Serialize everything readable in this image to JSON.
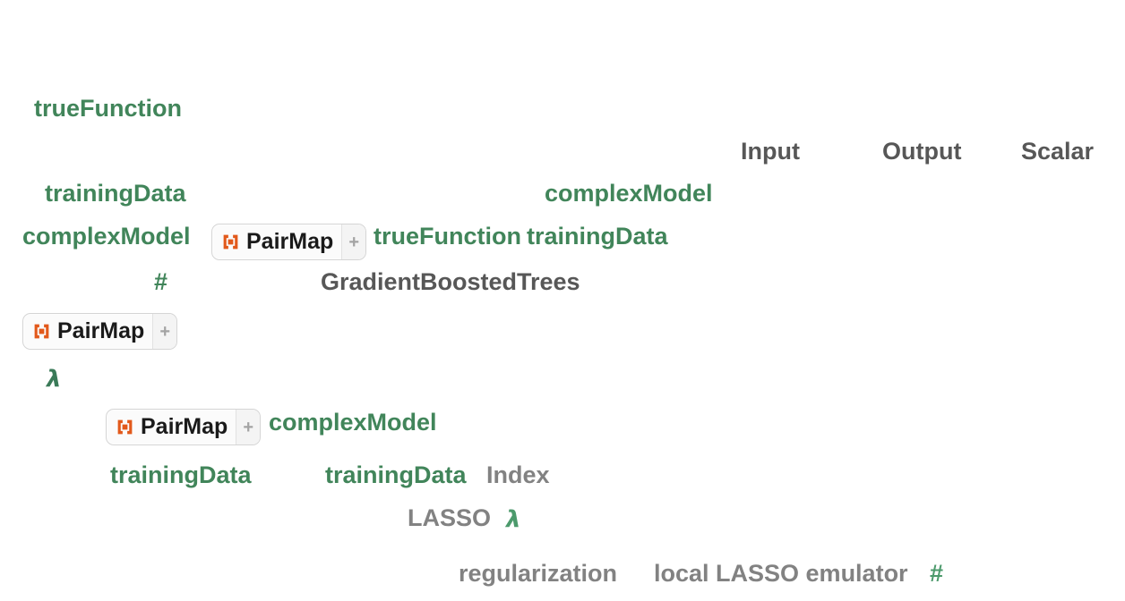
{
  "app": {
    "description": "Wolfram Language notebook input cell with syntax-highlighted code tokens"
  },
  "palette": {
    "identifier_green": "#41855A",
    "scoped_green_dark": "#3A7A58",
    "scoped_green_bright": "#4C9A6C",
    "string_gray_dark": "#575757",
    "string_gray_light": "#828282",
    "resource_icon_orange": "#E2591B",
    "button_border": "#D5D5D5",
    "button_background": "#FBFBFB"
  },
  "resource_button": {
    "label": "PairMap",
    "plus_label": "+",
    "icon": "resource-function-icon"
  },
  "tokens": [
    {
      "text": "trueFunction"
    },
    {
      "text": "Input"
    },
    {
      "text": "Output"
    },
    {
      "text": "Scalar"
    },
    {
      "text": "trainingData"
    },
    {
      "text": "complexModel"
    },
    {
      "text": "complexModel"
    },
    {
      "text": "trueFunction"
    },
    {
      "text": "trainingData"
    },
    {
      "text": "#"
    },
    {
      "text": "GradientBoostedTrees"
    },
    {
      "text": "λ"
    },
    {
      "text": "complexModel"
    },
    {
      "text": "trainingData"
    },
    {
      "text": "trainingData"
    },
    {
      "text": "Index"
    },
    {
      "text": "LASSO"
    },
    {
      "text": "λ"
    },
    {
      "text": "regularization"
    },
    {
      "text": "local LASSO emulator"
    },
    {
      "text": "#"
    }
  ]
}
